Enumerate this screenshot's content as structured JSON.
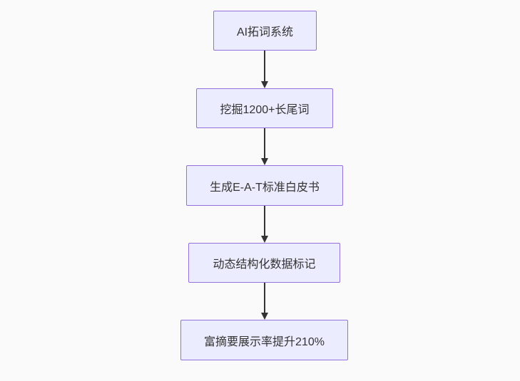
{
  "diagram": {
    "type": "flowchart",
    "direction": "top-down",
    "colors": {
      "background": "#fafafa",
      "node_fill": "#ECECFF",
      "node_border": "#9370DB",
      "node_text": "#333333",
      "arrow": "#333333"
    },
    "nodes": [
      {
        "id": "n1",
        "label": "AI拓词系统"
      },
      {
        "id": "n2",
        "label": "挖掘1200+长尾词"
      },
      {
        "id": "n3",
        "label": "生成E-A-T标准白皮书"
      },
      {
        "id": "n4",
        "label": "动态结构化数据标记"
      },
      {
        "id": "n5",
        "label": "富摘要展示率提升210%"
      }
    ],
    "edges": [
      {
        "from": "n1",
        "to": "n2"
      },
      {
        "from": "n2",
        "to": "n3"
      },
      {
        "from": "n3",
        "to": "n4"
      },
      {
        "from": "n4",
        "to": "n5"
      }
    ]
  }
}
